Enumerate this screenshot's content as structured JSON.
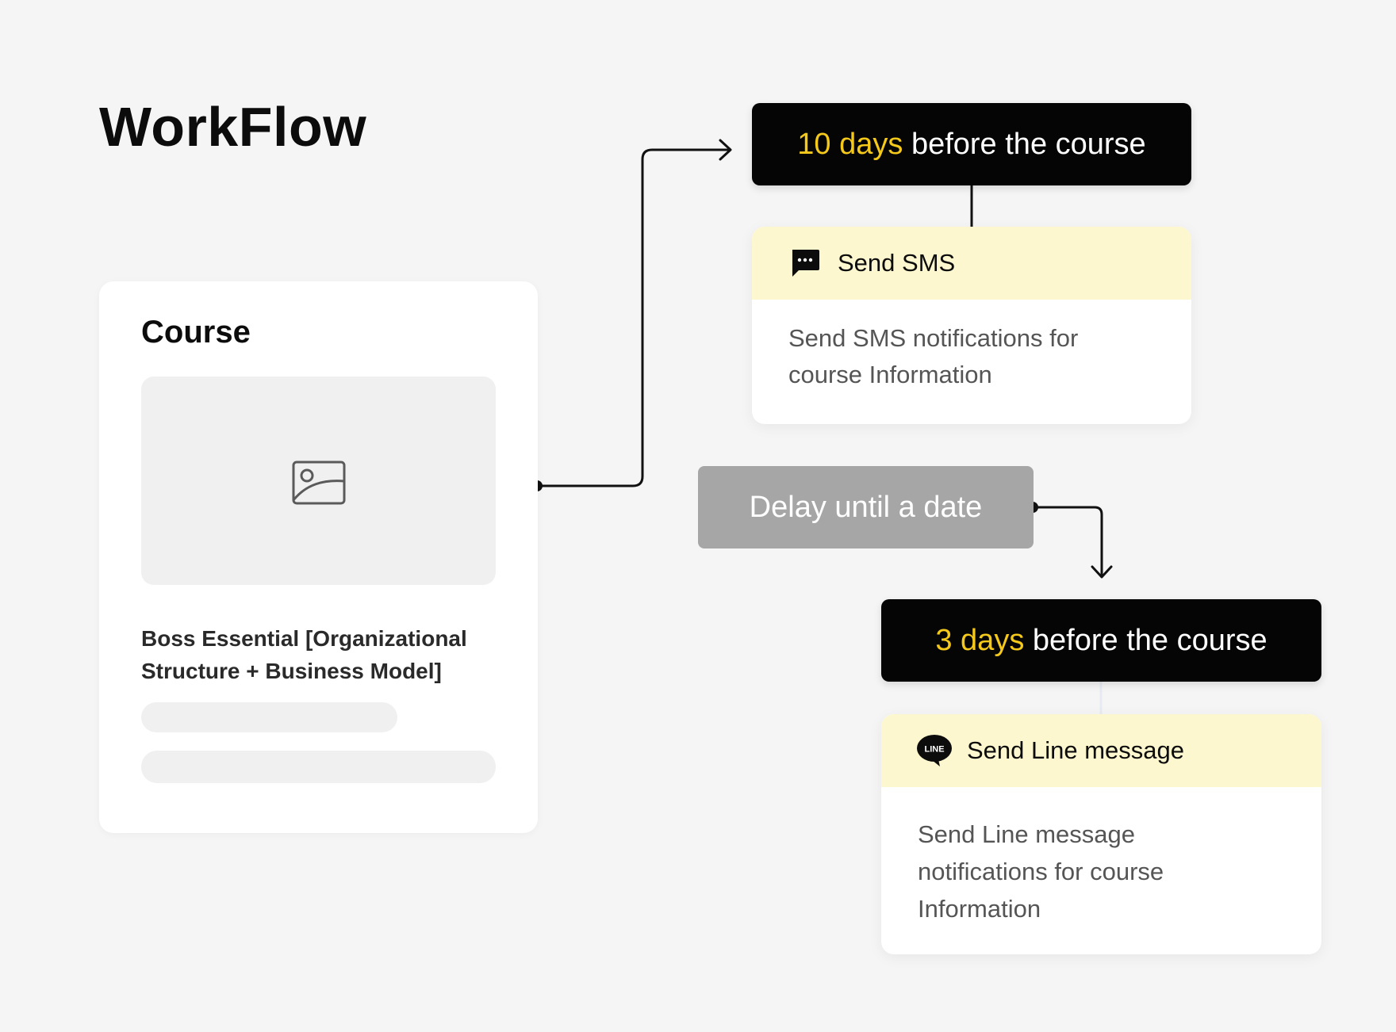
{
  "title": "WorkFlow",
  "course": {
    "heading": "Course",
    "image_icon": "image-icon",
    "name": "Boss Essential [Organizational Structure + Business Model]"
  },
  "trigger_1": {
    "highlight": "10 days",
    "rest": " before the course"
  },
  "action_sms": {
    "icon": "sms-chat-icon",
    "label": "Send SMS",
    "description": "Send SMS notifications for course Information"
  },
  "delay": {
    "label": "Delay until a date"
  },
  "trigger_2": {
    "highlight": "3 days",
    "rest": " before the course"
  },
  "action_line": {
    "icon": "line-app-icon",
    "label": "Send Line message",
    "description": "Send Line message notifications for course Information"
  },
  "colors": {
    "background": "#f5f5f5",
    "trigger_bg": "#050505",
    "highlight": "#f5c91a",
    "action_header": "#fdf7cf",
    "delay_bg": "#a6a6a6"
  }
}
